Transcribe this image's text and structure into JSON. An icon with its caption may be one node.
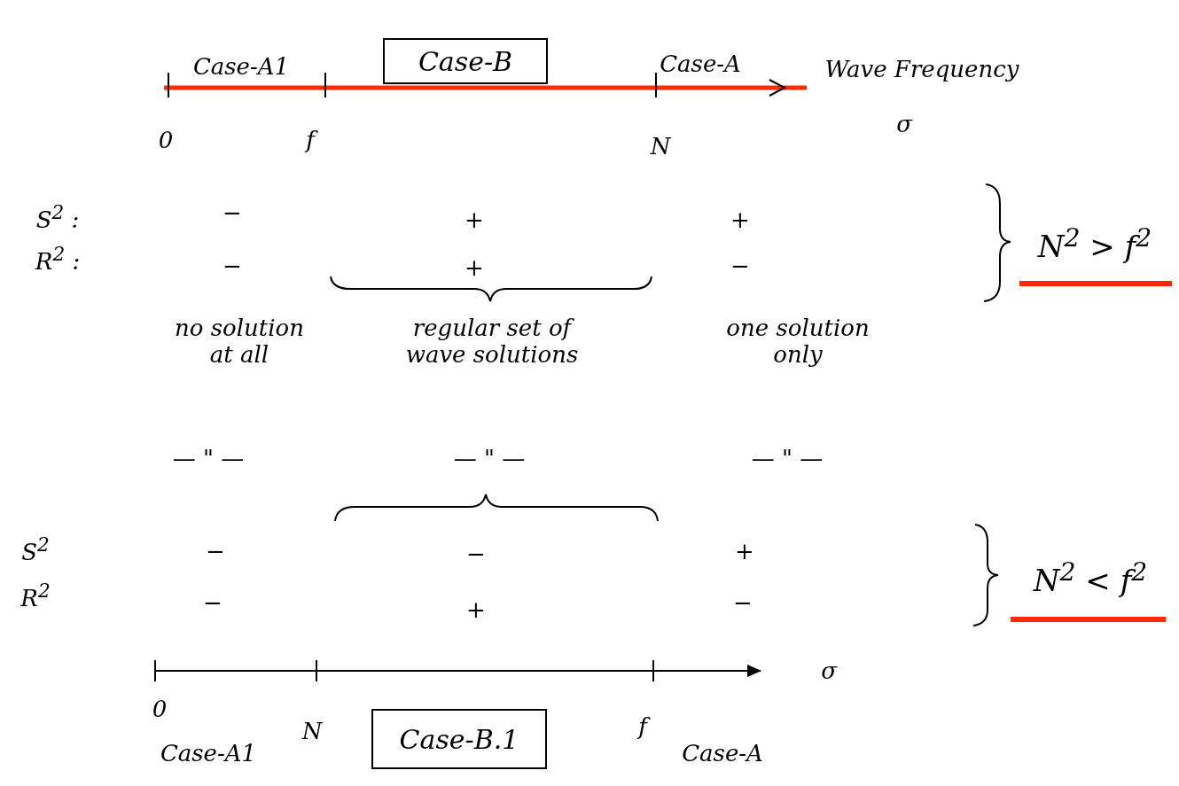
{
  "diagram": {
    "nodes": [
      {
        "text": [
          "Case-B"
        ]
      },
      {
        "text": [
          "Case-B.1"
        ]
      }
    ],
    "labels": [
      "Case-A1",
      "Case-A",
      "Wave Frequency",
      "σ",
      "0",
      "f",
      "N",
      "S$^{2}$ :",
      "−",
      "+",
      "+",
      "N$^{2}$ > f$^{2}$",
      "R$^{2}$ :",
      "−",
      "+",
      "−",
      "no solution at all",
      "regular set of wave solutions",
      "one solution only",
      "— \" —",
      "— \" —",
      "— \" —",
      "S$^{2}$",
      "−",
      "−",
      "+",
      "N$^{2}$ < f$^{2}$",
      "R$^{2}$",
      "−",
      "+",
      "−",
      "σ",
      "0",
      "N",
      "f",
      "Case-A1",
      "Case-A"
    ]
  }
}
